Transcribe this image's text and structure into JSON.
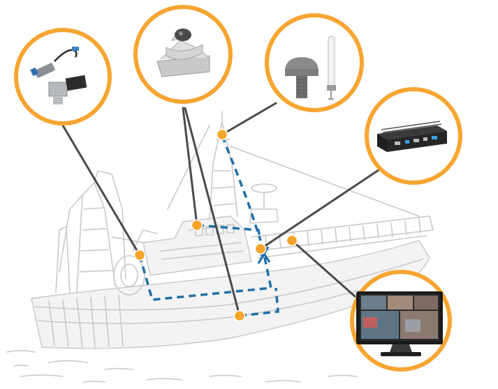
{
  "diagram": {
    "accent_color": "#f7a531",
    "network_color": "#1f6fa8",
    "wire_color": "#4a4a4a",
    "devices": [
      {
        "id": "sensors",
        "icon": "proximity-sensor-and-pressure-transducer-icon"
      },
      {
        "id": "dome-camera",
        "icon": "dome-camera-icon"
      },
      {
        "id": "antennas",
        "icon": "gps-and-whip-antenna-icon"
      },
      {
        "id": "computer",
        "icon": "fanless-box-computer-icon"
      },
      {
        "id": "monitor",
        "icon": "video-monitor-icon"
      }
    ],
    "scene": {
      "subject": "fishing-boat-illustration"
    }
  }
}
